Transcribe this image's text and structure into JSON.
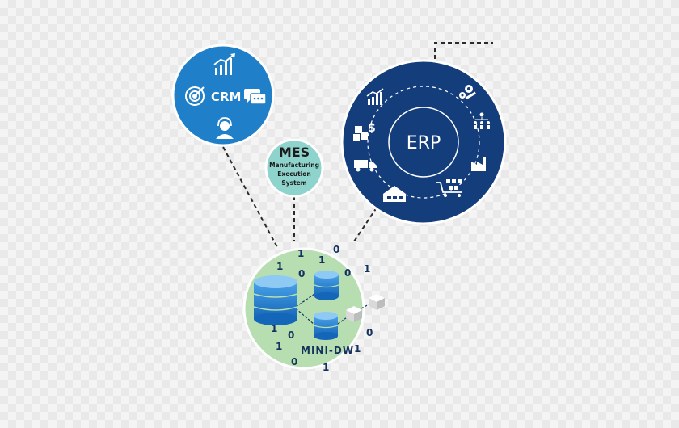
{
  "nodes": {
    "crm": {
      "label": "CRM",
      "color": "#1f7fc8"
    },
    "mes": {
      "title": "MES",
      "line1": "Manufacturing",
      "line2": "Execution",
      "line3": "System",
      "color": "#8ed3cc"
    },
    "erp": {
      "label": "ERP",
      "color": "#143d7c"
    },
    "dw": {
      "label": "MINI-DW",
      "color": "#b7deb0"
    }
  },
  "binary_digits": [
    "1",
    "1",
    "0",
    "1",
    "0",
    "0",
    "1",
    "1",
    "0",
    "1",
    "0",
    "1",
    "0",
    "1"
  ],
  "icons": {
    "crm": [
      "growth-chart-icon",
      "target-icon",
      "chat-bubbles-icon",
      "support-agent-icon"
    ],
    "erp": [
      "growth-chart-icon",
      "gear-wrench-icon",
      "team-hierarchy-icon",
      "factory-icon",
      "warehouse-cart-icon",
      "inventory-icon",
      "delivery-truck-icon",
      "finance-boxes-icon"
    ],
    "dw": [
      "database-large-icon",
      "database-small-icon",
      "database-small-icon",
      "cube-icon",
      "cube-icon"
    ]
  },
  "connector_color": "#2b2b2b"
}
